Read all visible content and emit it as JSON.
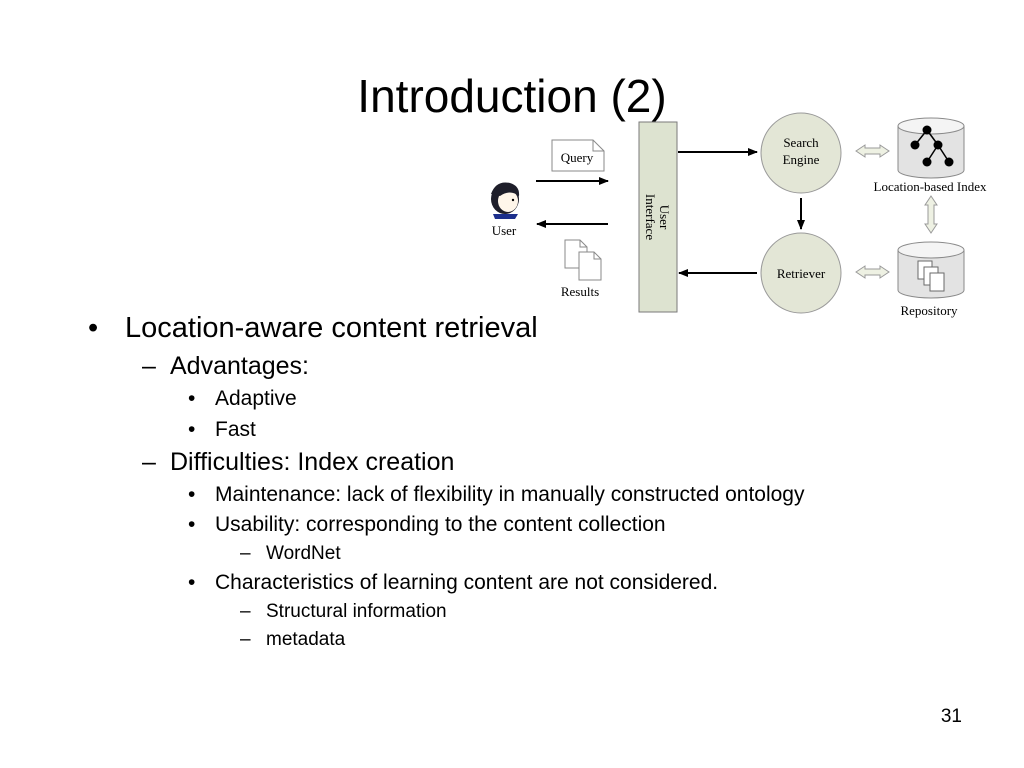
{
  "slide": {
    "title": "Introduction (2)",
    "page_number": "31"
  },
  "diagram": {
    "user_label": "User",
    "query_label": "Query",
    "results_label": "Results",
    "ui_label_line1": "User",
    "ui_label_line2": "Interface",
    "search_engine_line1": "Search",
    "search_engine_line2": "Engine",
    "retriever_label": "Retriever",
    "index_label": "Location-based Index",
    "repository_label": "Repository"
  },
  "bullets": {
    "main": "Location-aware content retrieval",
    "advantages": "Advantages:",
    "adaptive": "Adaptive",
    "fast": "Fast",
    "difficulties": "Difficulties: Index creation",
    "maintenance": "Maintenance: lack of flexibility in manually constructed ontology",
    "usability": "Usability: corresponding to the content collection",
    "wordnet": "WordNet",
    "characteristics": "Characteristics of learning content are not considered.",
    "structural": "Structural information",
    "metadata": "metadata",
    "marker_bullet": "•",
    "marker_dash": "–"
  },
  "colors": {
    "panel_fill": "#dde3d0",
    "panel_stroke": "#7a7a7a",
    "node_fill": "#e3e6d6"
  }
}
